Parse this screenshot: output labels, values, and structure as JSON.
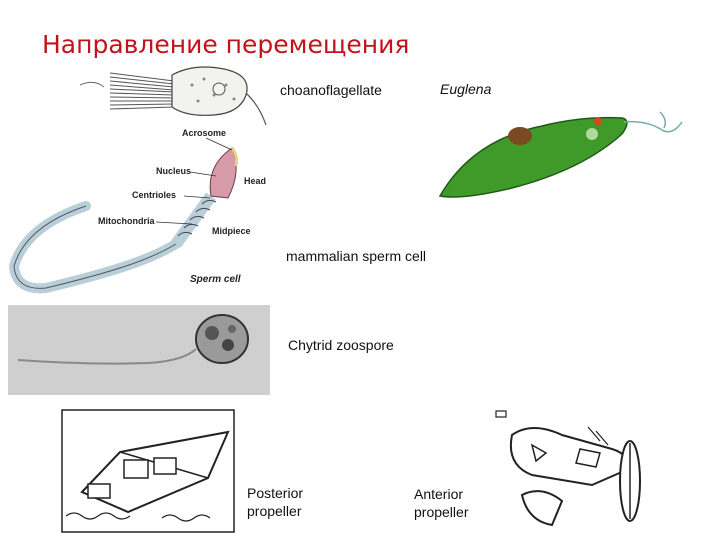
{
  "title": "Направление перемещения",
  "captions": {
    "choanoflagellate": "choanoflagellate",
    "euglena": "Euglena",
    "sperm": "mammalian sperm cell",
    "chytrid": "Chytrid zoospore",
    "posterior_line1": "Posterior",
    "posterior_line2": "propeller",
    "anterior_line1": "Anterior",
    "anterior_line2": "propeller"
  },
  "sperm_labels": {
    "acrosome": "Acrosome",
    "nucleus": "Nucleus",
    "centrioles": "Centrioles",
    "mitochondria": "Mitochondria",
    "head": "Head",
    "midpiece": "Midpiece",
    "sperm_cell": "Sperm cell"
  },
  "colors": {
    "title": "#c0141c",
    "euglena_body": "#3f9a2a",
    "sperm_head": "#d79aa8",
    "sperm_tail": "#b9cfd8",
    "chytrid_bg": "#cfcfcf"
  }
}
